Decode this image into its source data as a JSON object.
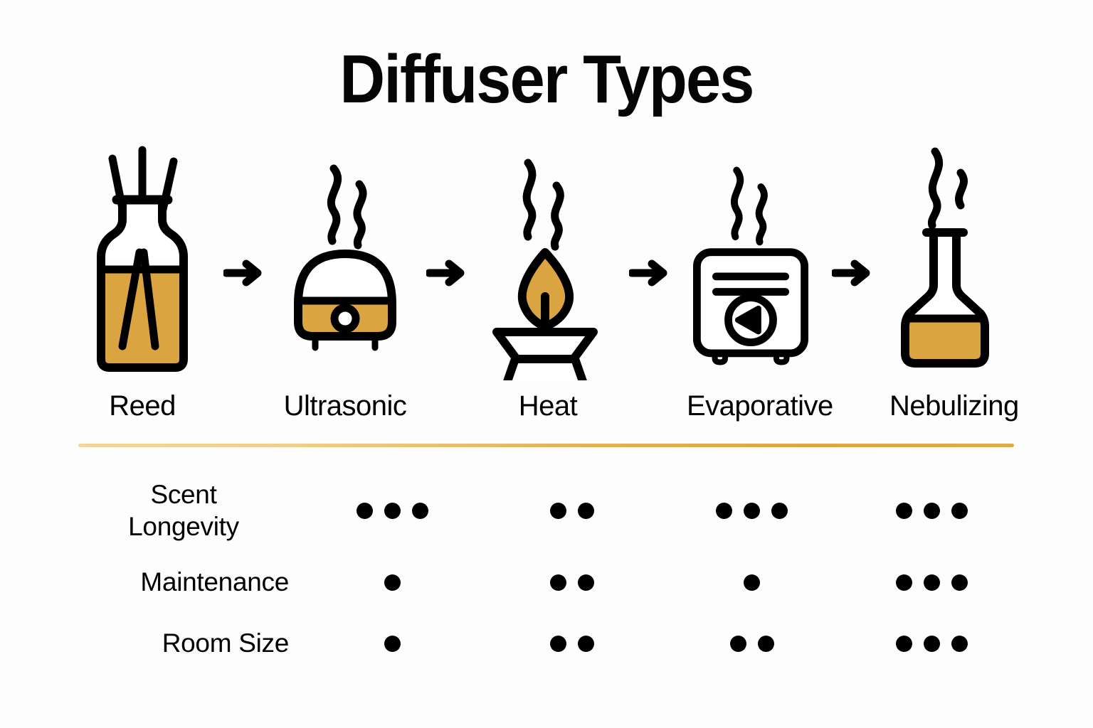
{
  "title": "Diffuser Types",
  "colors": {
    "gold": "#DAA541",
    "ink": "#000000",
    "background": "#FDFDFD",
    "divider_start": "#F2D69A",
    "divider_end": "#DEA63F"
  },
  "columns": [
    {
      "label": "Reed",
      "icon": "reed-diffuser-icon"
    },
    {
      "label": "Ultrasonic",
      "icon": "ultrasonic-diffuser-icon"
    },
    {
      "label": "Heat",
      "icon": "heat-diffuser-icon"
    },
    {
      "label": "Evaporative",
      "icon": "evaporative-diffuser-icon"
    },
    {
      "label": "Nebulizing",
      "icon": "nebulizing-diffuser-icon"
    }
  ],
  "arrow_icon": "arrow-right-icon",
  "ratings": {
    "rows": [
      {
        "label_line1": "Scent",
        "label_line2": "Longevity",
        "label": "Scent Longevity",
        "values": [
          3,
          2,
          3,
          3
        ]
      },
      {
        "label_line1": "Maintenance",
        "label_line2": "",
        "label": "Maintenance",
        "values": [
          1,
          2,
          1,
          3
        ]
      },
      {
        "label_line1": "Room Size",
        "label_line2": "",
        "label": "Room Size",
        "values": [
          1,
          2,
          2,
          3
        ]
      }
    ],
    "dot_columns": [
      "Ultrasonic",
      "Heat",
      "Evaporative",
      "Nebulizing"
    ],
    "max_dots": 3
  },
  "chart_data": {
    "type": "table",
    "title": "Diffuser Types",
    "categories": [
      "Reed",
      "Ultrasonic",
      "Heat",
      "Evaporative",
      "Nebulizing"
    ],
    "rating_columns": [
      "Ultrasonic",
      "Heat",
      "Evaporative",
      "Nebulizing"
    ],
    "scale": "dots out of 3",
    "series": [
      {
        "name": "Scent Longevity",
        "values": [
          3,
          2,
          3,
          3
        ]
      },
      {
        "name": "Maintenance",
        "values": [
          1,
          2,
          1,
          3
        ]
      },
      {
        "name": "Room Size",
        "values": [
          1,
          2,
          2,
          3
        ]
      }
    ],
    "xlabel": "",
    "ylabel": "",
    "grid": false,
    "legend": "none"
  }
}
